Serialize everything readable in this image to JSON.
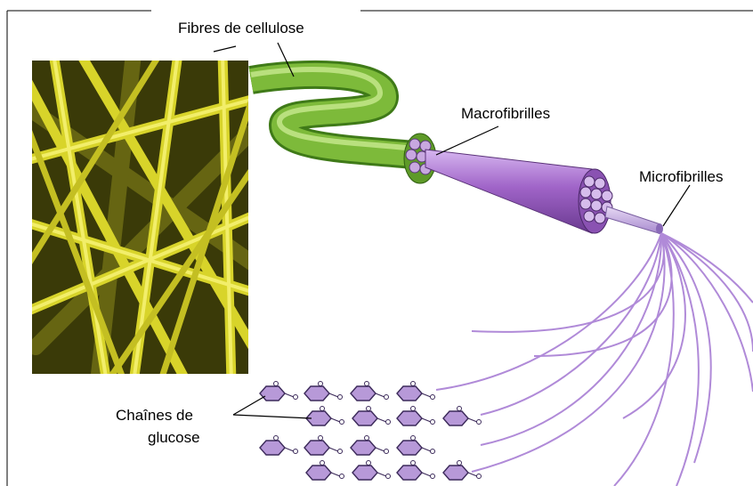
{
  "labels": {
    "fibres": "Fibres de cellulose",
    "macrofibrilles": "Macrofibrilles",
    "microfibrilles": "Microfibrilles",
    "chaines_line1": "Chaînes de",
    "chaines_line2": "glucose"
  },
  "colors": {
    "photo_bg": "#3a3a08",
    "photo_fiber": "#d8d42a",
    "fiber_green": "#7dba3a",
    "fiber_green_dark": "#3f7a18",
    "macro_purple": "#a064c8",
    "macro_purple_light": "#c9a2e6",
    "micro_purple": "#b89ade",
    "glucose_fill": "#b799d8",
    "glucose_stroke": "#3c2a5a"
  }
}
